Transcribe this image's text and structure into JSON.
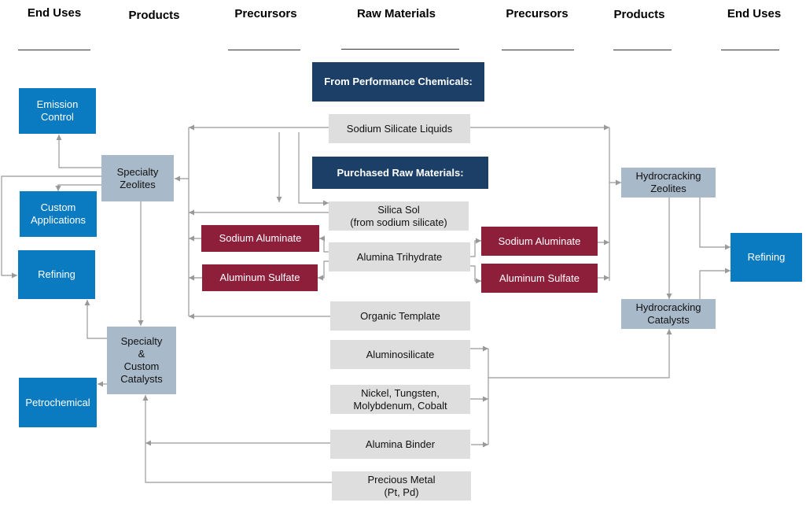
{
  "headers": [
    "End Uses",
    "Products",
    "Precursors",
    "Raw Materials",
    "Precursors",
    "Products",
    "End Uses"
  ],
  "boxes": {
    "performance_chemicals": "From Performance Chemicals:",
    "purchased_raw_materials": "Purchased Raw Materials:",
    "sodium_silicate_liquids": "Sodium Silicate Liquids",
    "silica_sol": "Silica Sol\n(from sodium silicate)",
    "alumina_trihydrate": "Alumina Trihydrate",
    "organic_template": "Organic Template",
    "aluminosilicate": "Aluminosilicate",
    "nickel_tungsten": "Nickel, Tungsten,\nMolybdenum, Cobalt",
    "alumina_binder": "Alumina  Binder",
    "precious_metal": "Precious Metal\n(Pt, Pd)",
    "sodium_aluminate_left": "Sodium Aluminate",
    "aluminum_sulfate_left": "Aluminum  Sulfate",
    "sodium_aluminate_right": "Sodium Aluminate",
    "aluminum_sulfate_right": "Aluminum Sulfate",
    "specialty_zeolites": "Specialty\nZeolites",
    "specialty_custom_catalysts": "Specialty\n&\nCustom\nCatalysts",
    "hydrocracking_zeolites": "Hydrocracking\nZeolites",
    "hydrocracking_catalysts": "Hydrocracking\nCatalysts",
    "emission_control": "Emission\nControl",
    "custom_applications": "Custom\nApplications",
    "refining_left": "Refining",
    "petrochemical": "Petrochemical",
    "refining_right": "Refining"
  },
  "colors": {
    "end_use_blue": "#0a7bc1",
    "header_navy": "#1b3f66",
    "precursor_maroon": "#8e1f3b",
    "raw_material_gray": "#dedede",
    "product_gray_blue": "#a8b9c9",
    "connector_gray": "#999999"
  }
}
